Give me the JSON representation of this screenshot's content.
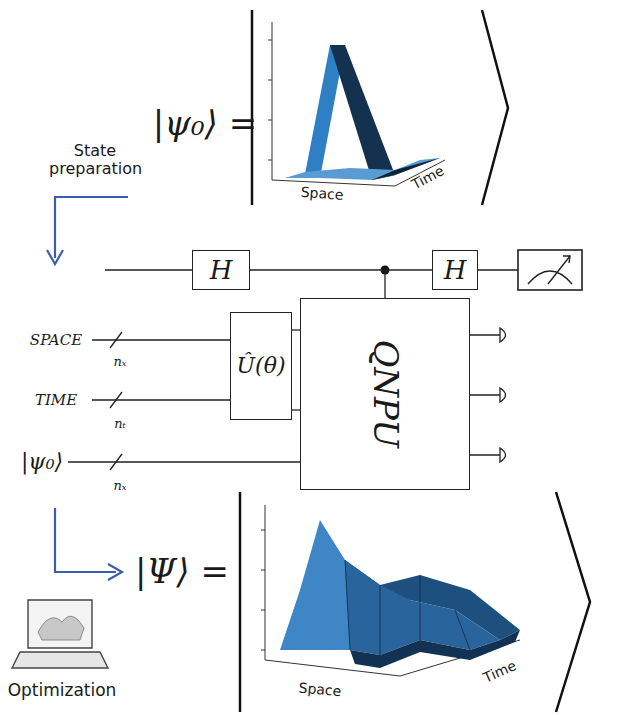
{
  "diagram": {
    "nodes": [
      {
        "text": [
          "H"
        ]
      },
      {
        "text": [
          "Û(θ)"
        ]
      },
      {
        "text": [
          "QNPU"
        ]
      },
      {
        "text": [
          "H"
        ]
      }
    ],
    "edges": [
      {
        "from": 0,
        "to": 3,
        "arrow": "none"
      },
      {
        "from": 1,
        "to": 2,
        "arrow": "none"
      },
      {
        "from": 1,
        "to": 2,
        "arrow": "none"
      }
    ],
    "labels": [
      "|ψ₀⟩ =",
      "State preparation",
      "Space",
      "Time",
      "SPACE",
      "nₓ",
      "TIME",
      "nₜ",
      "|ψ₀⟩",
      "nₓ",
      "Optimization",
      "|Ψ⟩ =",
      "Space",
      "Time"
    ]
  }
}
